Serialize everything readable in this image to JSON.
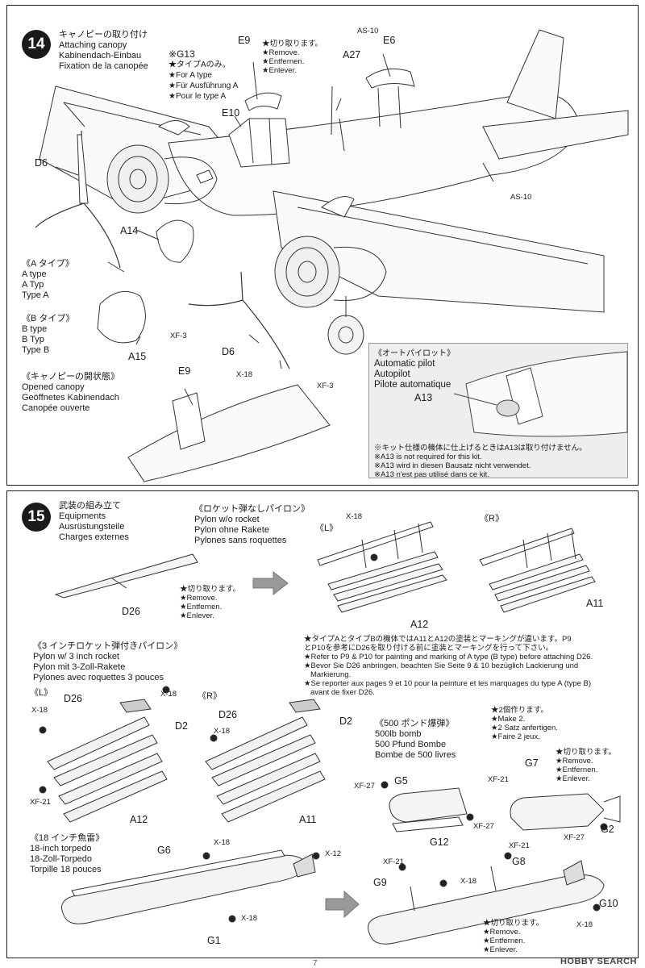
{
  "step14": {
    "number": "14",
    "title_jp": "キャノピーの取り付け",
    "title_en": "Attaching canopy",
    "title_de": "Kabinendach-Einbau",
    "title_fr": "Fixation de la canopée",
    "g13": {
      "code": "※G13",
      "jp": "★タイプAのみ。",
      "en": "★For A type",
      "de": "★Für Ausführung A",
      "fr": "★Pour le type A"
    },
    "remove_note": {
      "jp": "★切り取ります。",
      "en": "★Remove.",
      "de": "★Entfernen.",
      "fr": "★Enlever."
    },
    "parts": {
      "e9": "E9",
      "e10": "E10",
      "e6": "E6",
      "a27": "A27",
      "as10_top": "AS-10",
      "as10_right": "AS-10",
      "d6_left": "D6",
      "d6_bottom": "D6",
      "a14": "A14",
      "a15": "A15",
      "xf3_left": "XF-3",
      "xf3_right": "XF-3",
      "x18": "X-18",
      "e9_open": "E9"
    },
    "type_a": {
      "jp": "《A タイプ》",
      "en": "A type",
      "de": "A Typ",
      "fr": "Type A"
    },
    "type_b": {
      "jp": "《B タイプ》",
      "en": "B type",
      "de": "B Typ",
      "fr": "Type B"
    },
    "opened": {
      "jp": "《キャノピーの開状態》",
      "en": "Opened canopy",
      "de": "Geöffnetes Kabinendach",
      "fr": "Canopée ouverte"
    },
    "autopilot": {
      "jp": "《オートパイロット》",
      "en": "Automatic pilot",
      "de": "Autopilot",
      "fr": "Pilote automatique",
      "part": "A13",
      "note_jp": "※キット仕様の機体に仕上げるときはA13は取り付けません。",
      "note_en": "※A13 is not required for this kit.",
      "note_de": "※A13 wird in diesen Bausatz nicht verwendet.",
      "note_fr": "※A13 n'est pas utilisé dans ce kit."
    }
  },
  "step15": {
    "number": "15",
    "title_jp": "武装の組み立て",
    "title_en": "Equipments",
    "title_de": "Ausrüstungsteile",
    "title_fr": "Charges externes",
    "pylon_no_rocket": {
      "jp": "《ロケット弾なしパイロン》",
      "en": "Pylon w/o rocket",
      "de": "Pylon ohne Rakete",
      "fr": "Pylones sans roquettes",
      "left": "《L》",
      "right": "《R》",
      "x18": "X-18",
      "a12": "A12",
      "a11": "A11"
    },
    "d26": {
      "part": "D26",
      "remove_jp": "★切り取ります。",
      "remove_en": "★Remove.",
      "remove_de": "★Entfernen.",
      "remove_fr": "★Enlever."
    },
    "type_note": {
      "jp1": "★タイプAとタイプBの機体ではA11とA12の塗装とマーキングが違います。P9",
      "jp2": "とP10を参考にD26を取り付ける前に塗装とマーキングを行って下さい。",
      "en": "★Refer to P9 & P10 for painting and marking of A type (B type) before attaching D26.",
      "de1": "★Bevor Sie D26 anbringen, beachten Sie Seite 9 & 10 bezüglich Lackierung und",
      "de2": "Markierung.",
      "fr1": "★Se reporter aux pages 9 et 10 pour la peinture et les marquages du type A (type B)",
      "fr2": "avant de fixer D26."
    },
    "pylon_rocket": {
      "jp": "《3 インチロケット弾付きパイロン》",
      "en": "Pylon w/ 3 inch rocket",
      "de": "Pylon mit 3-Zoll-Rakete",
      "fr": "Pylones avec roquettes  3 pouces",
      "left": "《L》",
      "right": "《R》",
      "d26_l": "D26",
      "d26_r": "D26",
      "d2_l": "D2",
      "d2_r": "D2",
      "x18_a": "X-18",
      "x18_b": "X-18",
      "x18_c": "X-18",
      "xf21": "XF-21",
      "a12": "A12",
      "a11": "A11"
    },
    "bomb": {
      "jp": "《500 ポンド爆弾》",
      "en": "500lb bomb",
      "de": "500 Pfund Bombe",
      "fr": "Bombe de 500 livres",
      "make2_jp": "★2個作ります。",
      "make2_en": "★Make 2.",
      "make2_de": "★2 Satz anfertigen.",
      "make2_fr": "★Faire 2 jeux.",
      "remove_jp": "★切り取ります。",
      "remove_en": "★Remove.",
      "remove_de": "★Entfernen.",
      "remove_fr": "★Enlever.",
      "g5": "G5",
      "g7": "G7",
      "g12": "G12",
      "g2": "G2",
      "xf27_a": "XF-27",
      "xf27_b": "XF-27",
      "xf27_c": "XF-27",
      "xf21": "XF-21"
    },
    "torpedo": {
      "jp": "《18 インチ魚雷》",
      "en": "18-inch torpedo",
      "de": "18-Zoll-Torpedo",
      "fr": "Torpille 18 pouces",
      "g6": "G6",
      "g1": "G1",
      "g8": "G8",
      "g9": "G9",
      "g10": "G10",
      "x18_a": "X-18",
      "x18_b": "X-18",
      "x18_c": "X-18",
      "x18_d": "X-18",
      "x12": "X-12",
      "xf21_a": "XF-21",
      "xf21_b": "XF-21",
      "remove_jp": "★切り取ります。",
      "remove_en": "★Remove.",
      "remove_de": "★Entfernen.",
      "remove_fr": "★Enlever."
    }
  },
  "footer": {
    "watermark": "HOBBY SEARCH",
    "page": "7"
  }
}
